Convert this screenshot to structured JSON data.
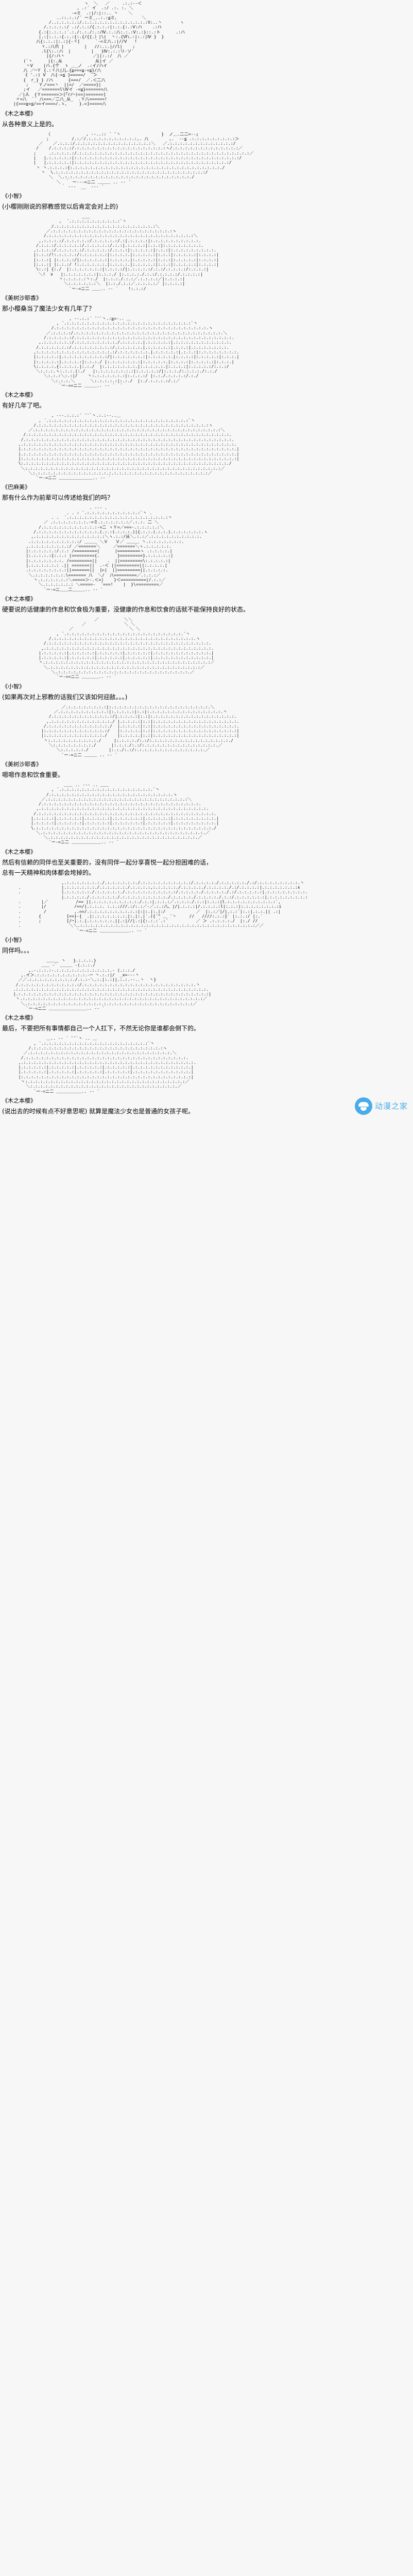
{
  "meta": {
    "background_color": "#f7f7f7",
    "text_color": "#000000",
    "accent_color": "#3fa9e8"
  },
  "watermark": {
    "label": "动漫之家",
    "icon": "cloud-logo-icon"
  },
  "blocks": [
    {
      "kind": "aa",
      "name": "aa-sakura-portrait-1",
      "art": "                                ヽ  ＼   ／     .:.:--＜\n                             , .:´ イ  .:/ .:. :. ＼\n                           -=ミ  .:|/:|::.. 丶    ＼\n                     ..::.:.:/´ ーミ_..:.:≦ミ、         ＼\n                  /..:.:.:.:.:/.:.:.:.:.:.:.:.:.:.:.:.:.:V:..丶       ヽ\n                /.:.:.:.:/ .:/.:.:/{.:.:.:|:.:.{:.:Ⅴ:ハ    .:ハ\n              {.:{:.:.:.:´.:./:.:./:.:/Ⅳ.:.:八:.:.:Ⅴ:.:}::.:ト      .:ハ\n              |.:|:.:.:{.:.:{:.{/{{.〉|\\(  丶:.{Ⅵ\\.:|:.:|Ⅳ }  }\n             八{:.:.:|:.:|{-ヾ[      `-=ミ八.:|//Ⅴ   !\n               ヾ.:八爪 |        |   //:.:.|//l|    ;\n               .l{\\:.:ハ  |        |   }Ⅳ:.:.:リ-ソ′\n                 |{/:ハ丶           ／||:.:/  八 ／\n        (`丶      |{:.从             从|イ ／\n         丶Ⅴ    |ハ.{个  ゝ ＿_ノ  .:イ/ハイ\n        八 ／⌒Ｙ {.:ヾ八|儿.{≧===≦-=≦}/八\n        《 '.:) Ⅴ  八{-=≦ }=====/  ̄ ̄＞\n        {  r_} } /ハ      {===/  ／.＜二八\n         ;    Ｙノ===丶  ||=/  ／=====}|\n        ;イ   ／=======l\\Ⅳイ -=≦}=======八\n      ／|人  {Ｙ=======＞[「r/⌒)==|=======]\n     〃=八  `` 八===／二八_从_  .Ｙ八======!\n    |{===≧=≦/==イ====/.ゝ、    }.=]=====八"
    },
    {
      "kind": "dialog",
      "name": "dialog-sakura-1",
      "speaker": "《木之本樱》",
      "lines": [
        "从各种意义上是的。"
      ]
    },
    {
      "kind": "aa",
      "name": "aa-satoshi-portrait-1",
      "art": "                 〈              , --..:: ´ ̄ 丶                }  ノ＿.二二=--」\n                 ;         /.:／/.:.:.:.:.:.:.:.:.:.:,. 八        ,.  --≦ .:.:.:.:.:.:.:.:.:＞\n              ／    ／.:.:.:/.:.:.:.:.:.:.:.:.:.:.:.:.:.:.:＼   ／.:.:.:.:.:.:.:.:.:.:.:.:.:/\n             /    /.:.:.:.:/.:.:.:.:.:.:.:.:.:.:.:.:.:.:.:.:.:.:ヽ/.:.:.:.:.:.:.:.:.:.:.:.:.:／\n            ;     .:.:.:.:.:/.:.:.:.:.:.:.:.:.:.:.:.:.:.:.:.:.:.:.:.:.:.:.:.:.:.:.:.:.:.:.:.:.:.:／\n            |   |.:.:.:.:.:|:.:.:.:.:.:.:.:.:.:.:.:.:.:.:.:.:.:.:.:.:.:.:.:.:.:.:.:.:.:.:.:.:/\n            |   |.:.:.:.:.:|:.:.:.:.:.:.:.:.:.:.:.:.:.:.:.:.:.:.:.:.:.:.:.:.:.:.:.:.:.:.:/\n             丶 丶.:.:.:.:{:.:.:.:.:.:.:.:.:.:.:.:.:.:.:.:.:.:.:.:.:.:.:.:.:.:.:.:.:.:./\n               丶  \\.:.:.:.:.:.:.:.:.:.:.:.:.:.:.:.:.:.:.:.:.:.:.:.:.:.:.:.:.:.:/\n                  ＼  ＼.:.:.:.:.:.:.:.:.:.:.:.:.:.:.:.:.:.:.:.:.:.:.:.:.:./\n                     ＼  ｀ ー---=ニ二 ＿＿＿ .. -‐ ´\n                       ｀ ‐--  __  --‐ ´"
    },
    {
      "kind": "dialog",
      "name": "dialog-satoshi-1",
      "speaker": "《小智》",
      "lines": [
        "(小樱刚刚说的邪教感觉以后肯定会对上的)"
      ]
    },
    {
      "kind": "aa",
      "name": "aa-sayaka-portrait-1",
      "art": "                               ＿＿\n                      ,  ´.:.:.:.:.:.:.:.:.:.:`丶\n                   /.:.:.:.:.:.:.:.:.:.:.:.:.:.:.:.:.:.:.:.:＼\n                 ／.:.:.:.:.:.:.:.:.:.:.:.:.:.:.:.:.:.:.:.:.:.:.:.:ヽ\n                /.:.:.:.:.:.:.:.:.:.:.:.:.:.:.:.:.:.:.:.:.:.:.:.:.:.:.:.:.:＼\n              ,.:.:.:.:/.:.:.:.:.:/.:.:.:.:.:/.:|.:.:.:.:|:.:.:.:.:.:.:.:.:.:.\n             /.:.:.:/.:.:.:.:.:/.:.:.:.:.:/.:.:|.:.:.:.:|:.:.:|:.:.:.:.:.:.:.:.\n            ,:.:.:.:/.:.:.:.:.:/.:.:.:.:.:/.:.:.:|:.:.:.:.:|:.:.:|:.:.:.:.:.:.:.:.:.\n            |:.:.:/!:.:.:.:.:/:.:.:.:.:.:|:.:.:.:.|:.:.:.:.:|:.:.:|:.:.:.:.:|:.:.:.:|\n            |:.:.:| |:.:.:.:/|:.:.:.:.:.:|:.:.:.:.|:.:.:.:.:|:.:.:|:.:.:.:.:|:.:.:.:|\n            |:.:.:| |:.:.:/ !:.:.:.:.:.:.|:.:.:.:.|:.:.:.:.:|:.:.:|:.:.:.:.:|:.:.:.:|\n             \\:.:| {:./  |:.:.:.:.:.:.:|:.:.:.:/|:.:.:.:.:/.:.:/.:.:.:.:/:.:.:.:|\n              ＼!  ∨   |:.:.:.:.:.:.:|:.:.:./ |:.:.:.:./.:.:/.:.:.:.:/.:.:.:.:|\n                      丶:.:.:.:.:丶:./  |:.:.:./.:.:／.:.:.:.:／|:.:.:.:|\n                        ＼:.:.:.:.:.:＼  |:.:./.:.:／.:.:.:.:／ |:.:.:.:|\n                          `ー-=ニ二 ＿＿.. -‐ ´    !:.:.:/"
    },
    {
      "kind": "dialog",
      "name": "dialog-sayaka-1",
      "speaker": "《美树沙耶香》",
      "lines": [
        "那小樱桑当了魔法少女有几年了？"
      ]
    },
    {
      "kind": "aa",
      "name": "aa-sakura-portrait-2",
      "art": "                          , --.:.:´ ̄ ̄ `丶.:≧=-.. ＿\n                     , ´.:.:.:.:.:.:.:.:.:.:.:.:.:.:.:.:.:.:.:.:.:.:.:.:.:`丶\n                   /.:.:.:.:.:.:.:.:.:.:.:.:.:.:.:.:.:.:.:.:.:.:.:.:.:.:.:.:.:.:.ヽ\n                 ／.:.:.:.:/.:.:.:.:.:.:.:.:.:.:.:.:.:.:.:.:.:.:.:.:.:.:.:.:.:.:.:.:.:.＼\n                /.:.:.:.:.:/.:.:.:.:.:.:.:.:.:.:.:.:.:.:.:.:.:.:.:.:.:.:.:.:.:.:.:.:.:.:.:.\n              ,.:.:.:.:.:.:/.:.:.:.:.:.:.:.:./.:.:.:.:.|.:.:.:.:.:|.:.:.:.:.:.:.:.:.:.:.:.\n             /.:.:.:.:.:.:/.:.:.:.:.:.:.:.:/.:.:.:.:.:.|.:.:.:.:.:|.:.:.:|.:.:.:.:.:.:.:.\n            ,:.:.:.:.:.:.:.:.:.:.:.:.:.:.:.:/.:.:.:.:.:.:.|.:.:.:.:.:|.:.:.:|:.:.:.:.:.:.:.:.\n            |:.:.:.:.:|.:.:.:.:.:.:.:.:.:/|:.:.:.:.:.:.:|:.:.:.:.:.|:.:.:.:|:.:.:.:.:|:.:.:.|\n            |:.:.:.:.:|.:.:.:.:|:.:.:./ |:.:.:.:.:.:.:|:.:.:.:.:.|:.:.:.:|:.:.:.:.:|:.:.:.|\n            \\:.:.:.:.{:.:.:.:.|:.:./  |:.:.:.:.:.:.:.|:.:.:.:.:.|:.:.:.:|:.:.:.:.:/:.:.:/\n             ＼:.:.:.ヽ:.:.:.|:./   |:.:.:.:.:.:.:.:|:.:.:.:.:/|:.:.:./:.:.:.:./:.:./\n                ＼:.:.:＼:.:|/    丶:.:.:.:.:.:.:|:.:.:.:/ |:.:./.:.:.:.:/.:./\n                   ＼:.:.:.＼      ＼:.:.:.:.:|:.:./  |:./.:.:.:.:/.:／\n                      `ー-==ニ二 ＿＿＿.. -‐ ´  ´"
    },
    {
      "kind": "dialog",
      "name": "dialog-sakura-2",
      "speaker": "《木之本樱》",
      "lines": [
        "有好几年了吧。"
      ]
    },
    {
      "kind": "aa",
      "name": "aa-mami-portrait-1",
      "art": "                   , ---.:.:.:´ ̄ ̄ `丶.:.:--..＿\n              , ´.:.:.:.:.:.:.:.:.:.:.:.:.:.:.:.:.:.:.:.:.:.:.:.:.:.:.:.:`丶\n            /.:.:.:.:.:.:.:.:.:.:.:.:.:.:.:.:.:.:.:.:.:.:.:.:.:.:.:.:.:.:.:.:.:.:ヽ\n          ／.:.:.:.:.:.:.:.:.:.:.:.:.:.:.:.:.:.:.:.:.:.:.:.:.:.:.:.:.:.:.:.:.:.:.:.:.:＼\n        /.:.:.:.:.:.:.:.:.:.:.:.:.:.:.:.:.:.:.:.:.:.:.:.:.:.:.:.:.:.:.:.:.:.:.:.:.:.:.:.:.\n       /.:.:.:.:.:.:.:.:.:.:.:.:.:.:.:.:.:.:.:.:.:.:.:.:.:.:.:.:.:.:.:.:.:.:.:.:.:.:.:.:.:.\n      ,.:.:.:.:.:.:.:.:.:.:.:.:.:.:.:.:.:.:.:.:.:.:.:.:.:.:.:.:.:.:.:.:.:.:.:.:.:.:.:.:.:.:.\n      |.:.:.:.:.:.:.:.:.:.:.:.:.:.:.:.:.:.:.:.:.:.:.:.:.:.:.:.:.:.:.:.:.:.:.:.:.:.:.:.:.:.:.|\n      |.:.:.:.:.:.:.:.:.:.:.:.:.:.:.:.:.:.:.:.:.:.:.:.:.:.:.:.:.:.:.:.:.:.:.:.:.:.:.:.:.:.:.|\n      |:.:.:.:.:.:.:.:.:.:.:.:.:.:.:.:.:.:.:.:.:.:.:.:.:.:.:.:.:.:.:.:.:.:.:.:.:.:.:.:.:.:.:|\n      \\:.:.:.:.:.:.:.:.:.:.:.:.:.:.:.:.:.:.:.:.:.:.:.:.:.:.:.:.:.:.:.:.:.:.:.:.:.:.:.:.:./\n       ＼:.:.:.:.:.:.:.:.:.:.:.:.:.:.:.:.:.:.:.:.:.:.:.:.:.:.:.:.:.:.:.:.:.:.:.:.:.:.:／\n          ＼:.:.:.:.:.:.:.:.:.:.:.:.:.:.:.:.:.:.:.:.:.:.:.:.:.:.:.:.:.:.:.:.:.:.:／\n             `ー-=ニ二 ＿＿＿＿＿＿＿＿.. -‐ ´"
    },
    {
      "kind": "dialog",
      "name": "dialog-mami-1",
      "speaker": "《巴麻美》",
      "lines": [
        "那有什么作为前辈可以传述给我们的吗？"
      ]
    },
    {
      "kind": "aa",
      "name": "aa-sakura-portrait-3",
      "art": "                                  . --- .\n                         . . : ´.:.:.:.:.:.:.:.:.:.:.:`丶 .\n                   . .  ´.:.:.:.:.:.:.:.:.:.:.:.:.:.:.:.:.:.:.:.:丶\n                ／ .:.:.:.:.:.:.:.-=ミ.:.:.:.:.:.:／.:.:. 二 ＼\n              /.:.:.:.:.:.:.:.:.:.:.:-=二 ヽＹ=／===-.:.:.:.:.:＼\n            /.:.:.:.:.:.:.:.:.:.:.:.:.(.:.:(.:.:.:.)|{.:.:.(.:.:.).:.:.:.:.:.:.ヽ\n           ,.:.:.:.:.:.:.:.:.:.:.:.:.:.:＼ヽ.:.:/从＼.:.:／.:.:.:.:.:.:.:.:.:.:.\n          .:.:.:.:.:.:.:.:.:.:/ ＿＿＿ ＼Ｖ   Ｖ／ ＿＿＿ 丶.:.:.:.:.:.:.:.\n         ,.:.:.:.:.:.:.:.:/ ／=======＼     ／=======＼ヽ.:.:.:.:.:.\n         |:.:.:.:.:.:/.:.: /=========|      |=========ヽ .:.:.:.:.|\n         |:.:.:.:.:{:.:.: |========={.       }=========}.:.:.:.:.:|\n         |:.:.:.:.:.:.:. /=========||    .  ||=========\\:.:.:.:.:|\n         |.:.:.:.:.:.: .|| =======||  .-＜ ||=========||:.:.:.:.|\n         .:.:.:.:.:.:.:.:||=======||  |▷|  ||=========||.:.:.:.:.\n          ＼.:.:.:.:.:.:.\\======= 八  ＼/  八=========／.:.:.:／\n            丶.:.:.:.:.:.:＼=====＞-.＜=|    }＜==========|/.:.:／\n              ＼.:.:.:.:.:.: ＼=====-  ´===!    |  }\\=========／\n                `ー-=ニ＿＿二＿＿＿.. -‐ ´"
    },
    {
      "kind": "dialog",
      "name": "dialog-sakura-3",
      "speaker": "《木之本樱》",
      "lines": [
        "硬要说的话健康的作息和饮食极为重要，没健康的作息和饮食的话就不能保持良好的状态。"
      ]
    },
    {
      "kind": "aa",
      "name": "aa-satoshi-portrait-2",
      "art": "                                    ／          ＼＼\n                               ／               ＼ ＼\n                          ／                      ＼ ＼\n                     , ´.:.:.:.:.:.:.:.:.:.:.:.:.:.:.:.:.:.:.:.:.:.:.:.`丶\n                  /.:.:.:.:.:.:.:.:.:.:.:.:.:.:.:.:.:.:.:.:.:.:.:.:.:.:.:.:.ヽ\n                /.:.:.:.:.:.:.:.:.:.:.:.:.:.:.:.:.:.:.:.:.:.:.:.:.:.:.:.:.:.:.:.:.\n               ,.:.:.:.:.:.:.:.:.:.:.:.:.:.:.:.:.:.:.:.:.:.:.:.:.:.:.:.:.:.:.:.:.:.\n              |.:.:.:.:.:|.:.:.:.:.:|.:.:.:.:.:|.:.:.:.:.:|.:.:.:.:.:.:.:.:.:.:.:.|\n              |.:.:.:.:.:|.:.:.:.:.:|.:.:.:.:.:|.:.:.:.:.:|.:.:.:.:.:.:.:.:.:.:.:.|\n              丶.:.:.:.:.:.:.:.:.:.:.:.:.:.:.:.:.:.:.:.:.:.:.:.:.:.:.:.:.:.:.:.:.:／\n                ＼.:.:.:.:.:.:.:.:.:.:.:.:.:.:.:.:.:.:.:.:.:.:.:.:.:.:.:.:.:.:／\n                   ＼.:.:.:.:.:.:.:.:.:.:.:.:.:.:.:.:.:.:.:.:.:.:.:.:.:.:.／\n                     `ー-==ニ二 ＿＿＿＿.. -‐ ´"
    },
    {
      "kind": "dialog",
      "name": "dialog-satoshi-2",
      "speaker": "《小智》",
      "lines": [
        "(如果再次对上邪教的话我们又该如何迎敌。。。)"
      ]
    },
    {
      "kind": "aa",
      "name": "aa-sayaka-portrait-2",
      "art": "                       ／.:.:.:.:.:.:.:.:|:.:.:.:.:.:.:.:.:.:.:.:.:.:.:.:.:.:.:.:.＼\n                    ／.:.:.:.:.:.:.:.:.:.:|:.:.:.:.:|:.:|:.:.:.:.:.:.:.:.:.:.:.:.:.:.:.丶\n                  /.:.:.:.:.:.:.:.:.:.:.:.:/|.:.:.:.:|:.:|:.:.:.:.:.:.:.:.:.:.:.:.:.:.:.:.:.\n                 ,.:.:.:.:.:.:.:.:.:.:.:.:./ |.:.:.:.:|:.:|:.:.:.:.:.:.:.:.:.:.:.:.:.:.:.:.:.\n                /.:.:.:.:.:.:.:.:.:.:.:.:./  |.:.:.:.:|:.:|:.:.:.:.:.:.:.:.:.:.:.:.:.:.:.:.:.\n               |:.:.:.:.:.:.:.:.:.:.:.:.:/   |:.:.:.:.|:.:|:.:.:.:.:.:.:.:.:.:.:.:.:.:.:.:.:|\n               |:.:.:.:.:.:.:.:.:.:.:.:./    |:.:.:.:.|:.:|:.:.:.:.:.:.:.:.:.:.:.:.:.:.:.:.:|\n                丶:.:.:.:.:.:.:.:.:.:./     |:.:.:.:./:.:/:.:.:.:.:.:.:.:.:.:.:.:.:.:.:.:./\n                  ＼:.:.:.:.:.:.:.:./      |:.:.:./:.:/:.:.:.:.:.:.:.:.:.:.:.:.:.:.:.／\n                     ＼:.:.:.:.:./        |:.:./:.:/:.:.:.:.:.:.:.:.:.:.:.:.:.:.／\n                       `ー-=ニ二 ＿＿＿ .. -‐ ´"
    },
    {
      "kind": "dialog",
      "name": "dialog-sayaka-2",
      "speaker": "《美树沙耶香》",
      "lines": [
        "嗯嗯作息和饮食重要。"
      ]
    },
    {
      "kind": "aa",
      "name": "aa-sakura-portrait-4",
      "art": "                        ＿＿ .. --- .. ＿＿\n                   , ´.:.:.:.:.:.:.:.:.:.:.:.:.:.:.:.:.:.:.`丶\n                 /.:.:.:.:.:.:.:.:.:.:.:.:.:.:.:.:.:.:.:.:.:.:.:.:.ヽ\n               ／.:.:.:.:.:.:.:.:.:.:.:.:.:.:.:.:.:.:.:.:.:.:.:.:.:.:.:.:＼\n              /.:.:.:.:.:.:.:.:.:.:.:.:.:.:.:.:.:.:.:.:.:.:.:.:.:.:.:.:.:.:.:.\n             ,.:.:.:.:.:.:.:.:.:.:.:.:.:.:.:.:.:.:.:.:.:.:.:.:.:.:.:.:.:.:.:.:.:.\n            /.:.:.:.:.:.:.:.:.:.:.:.:.:.:.:.:.:.:.:.:.:.:.:.:.:.:.:.:.:.:.:.:.:.:.:.\n           |.:.:.:.:|.:.:.:.:.:|.:.:.:.:.:|.:.:.:.:.:.:|.:.:.:.:.:|.:.:.:.:.:.:.:.:.|\n           |.:.:.:.:|.:.:.:.:.:|.:.:.:.:.:|.:.:.:.:.:.:|.:.:.:.:.:|.:.:.:.:.:.:.:.:.|\n           \\.:.:.:.:.:.:.:.:.:.:.:.:.:.:.:.:.:.:.:.:.:.:.:.:.:.:.:.:.:.:.:.:.:.:.:./\n             ＼.:.:.:.:.:.:.:.:.:.:.:.:.:.:.:.:.:.:.:.:.:.:.:.:.:.:.:.:.:.:.:.:.／\n                ＼.:.:.:.:.:.:.:.:.:.:.:.:.:.:.:.:.:.:.:.:.:.:.:.:.:.:.:.:.:.／\n                  `ー-=ニ二 ＿＿＿＿＿＿＿.. -‐ ´"
    },
    {
      "kind": "dialog",
      "name": "dialog-sakura-4",
      "speaker": "《木之本樱》",
      "lines": [
        "然后有信赖的同伴也至关重要的，没有同伴一起分享喜悦一起分担困难的话，",
        "总有一天精神和肉体都会垮掉的。"
      ]
    },
    {
      "kind": "aa",
      "name": "aa-group-scene-1",
      "art": "                       ,.:.:.:.:.:.:.:./.:.:.:.:.:.:./.:.:.:.:.:.:.:.:.:.:/.:.:.:.:./.:.:.:.:.:./.:/.:.:.:.:.:.:.:.:.丶\n      .                |.:.:.:.:.:.:./.:.:.:.:.:./.:.:.:.:,:.:.:.:.:./.:.:.:.:./.:.:.:.:./.:/.:.:.:.:|.:.:.:.:.:.:.:∧\n      .                |.:.:.:.:.:./.:.:.:.:.:./.:.:.:.:.:.:.:.:.:.:/.:.:.:.:./.:.:.:.:./.:/.:.:.:.:.:|.:.:.:.:.:.:.:.:.\n                       |.:.:.:.:./.:.:.:.:.:./.:.:.:.:.:.:.:.:.:./.:.:.:.:./.:.:.:.:./.:.:/.:.:.:.:.:.:|.:.:.:.:.:.:.:.:\n      .        |／           /== ||.:.:.:.:.:.:.:.:.:./.:.:|.:.:.:／.:.:.:./.:.:|:.:.:|l.:.:.:.:.:.:.:.:.:.:′,\n      .        |/           /==/|.:.:.:. :.:.:///.:/:.:／-／.:.:八、|/|.:.:.:|/.:.:.:.:l|:.:.:|:.:.:.:.:.:.:.:i\n      .         /           ,.==/.:.:.:.:.:.:.:.:.:.:|:|:.|:.|:/            ／  |:.:／|/|.:.:′|:.:|.:.:.|| .:|\n      .       {          [==}-{  .|:.:.:.:.:.:.:.|:.|:.|′.({´^ ＿ ¨丶     //   ////:.:.:}` |:.:.:/ |:.′\n      .       ;          [/⌒|.:.|.:.:.:.:.:.||.:|//|.:|{:.:.:´.:´           ／ ＞ .:.:.:.:./  |:./ //\n      .                   ＼＼.:.:.:.:.:.:.:.:.:.:.:.:.:.:.:.:.:.:.:.:.:.:.:.:.:.:.:.:.:.:.:.:.:.:.:／／\n                             `ー-=ニ二 ＿＿＿＿＿＿＿.. -‐ ´"
    },
    {
      "kind": "dialog",
      "name": "dialog-satoshi-3",
      "speaker": "《小智》",
      "lines": [
        "同伴吗。。。"
      ]
    },
    {
      "kind": "aa",
      "name": "aa-group-scene-2",
      "art": "                 ＿＿＿ 丶   }.:.:.:.}\n               ＿＿ -` ＿＿＿ -(.:.:./\n          ,.-.:.:.:-.:.:.:.:.:.:.:.:.:.:.:.- (.:.:./\n       ,.イ＞.:.:.:.:.:.:.:.:.:.:.-⌒ 丶.:.:|/  _x=---丶\n      ／／.:.:.:.:.:.:.:.:.:./.:.:-＼.:.|:.:)|.:.:.--..丶  丶}\n     /.:.:.:.:.:.:.:.:.:.:.:.:/.:.:.:.:.:.:.:.:.:.:.:.:.:.:.:.:.:.:.:.:.:.:.丶\n    .:.:.:.:.:.:.:.:.:.:.:.:.:.:.:.:.:.:.:.:.:.:.:.:.:.:.:.:.:.:.:.:.:.:.:.:.:.:.\n    |.:.:.:.:.:.:.:.:.:.:.:.:.:.:.:.:.:.:.:.:.:.:.:.:.:.:.:.:.:.:.:.:.:.:.:.:.:.:|\n     丶.:.:.:.:.:.:.:.:.:.:.:.:.:.:.:.:.:.:.:.:.:.:.:.:.:.:.:.:.:.:.:.:.:.:.:.:／\n       ＼.:.:.:.:.:.:.:.:.:.:.:.:.:.:.:.:.:.:.:.:.:.:.:.:.:.:.:.:.:.:.:.:.:／\n         `ー-=ニ二 ＿＿＿＿＿＿＿＿＿.. -‐ ´"
    },
    {
      "kind": "dialog",
      "name": "dialog-sakura-5",
      "speaker": "《木之本樱》",
      "lines": [
        "最后，不要把所有事情都自己一个人扛下，不然无论你是谁都会倒下的。"
      ]
    },
    {
      "kind": "aa",
      "name": "aa-sakura-portrait-5",
      "art": "                 ＿.. -‐ ´ ̄ ̄ `丶 .. ＿\n            , ´.:.:.:.:.:.:.:.:.:.:.:.:.:.:.:.:.:.:.:.:.:`丶\n          /.:.:.:.:.:.:.:.:.:.:.:.:.:.:.:.:.:.:.:.:.:.:.:.:.:.:ヽ\n        ／.:.:.:.:.:.:.:.:.:.:.:.:.:.:.:.:.:.:.:.:.:.:.:.:.:.:.:.:.＼\n       /.:.:.:.:.:.:.:.:.:.:.:.:.:.:.:.:.:.:.:.:.:.:.:.:.:.:.:.:.:.:.:.:.\n      ,.:.:.:.:.:.:.:.:.:.:.:.:.:.:.:.:.:.:.:.:.:.:.:.:.:.:.:.:.:.:.:.:.:.:.\n      |.:.:.:.:.:|.:.:.:.:.:|.:.:.:.:.:|.:.:.:.:.:|.:.:.:.:.:.:.:.:.:.:.:.|\n      |.:.:.:.:.:|.:.:.:.:.:|.:.:.:.:.:|.:.:.:.:.:|.:.:.:.:.:.:.:.:.:.:.:.|\n      |:.:.:.:.:.:.:.:.:.:.:.:.:.:.:.:.:.:.:.:.:.:.:.:.:.:.:.:.:.:.:.:.:.:|\n       丶:.:.:.:.:.:.:.:.:.:.:.:.:.:.:.:.:.:.:.:.:.:.:.:.:.:.:.:.:.:.:.:／\n         ＼:.:.:.:.:.:.:.:.:.:.:.:.:.:.:.:.:.:.:.:.:.:.:.:.:.:.:.:.:.／\n            `ー-=ニ二 ＿＿＿＿＿＿.. -‐ ´"
    },
    {
      "kind": "dialog",
      "name": "dialog-sakura-6",
      "speaker": "《木之本樱》",
      "lines": [
        "(说出去的时候有点不好意思呢) 就算是魔法少女也是普通的女孩子呢。"
      ]
    }
  ]
}
